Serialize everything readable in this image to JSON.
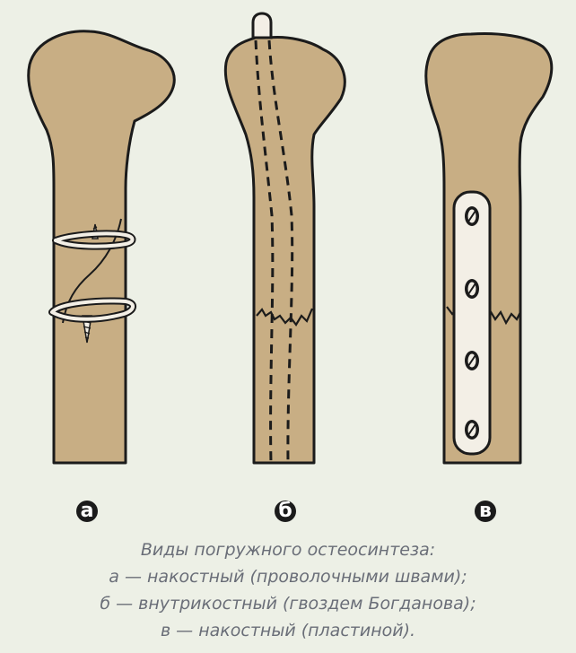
{
  "colors": {
    "background": "#edf0e6",
    "bone": "#c8ae84",
    "outline": "#1b1b1b",
    "implant": "#f3efe6",
    "caption_text": "#6a6e78"
  },
  "figures": [
    {
      "letter": "а",
      "bone_name": "bone-with-wire-sutures"
    },
    {
      "letter": "б",
      "bone_name": "bone-with-intramedullary-nail"
    },
    {
      "letter": "в",
      "bone_name": "bone-with-plate"
    }
  ],
  "caption": {
    "line1": "Виды погружного остеосинтеза:",
    "line2": "а — накостный (проволочными швами);",
    "line3": "б — внутрикостный (гвоздем Богданова);",
    "line4": "в — накостный (пластиной)."
  }
}
